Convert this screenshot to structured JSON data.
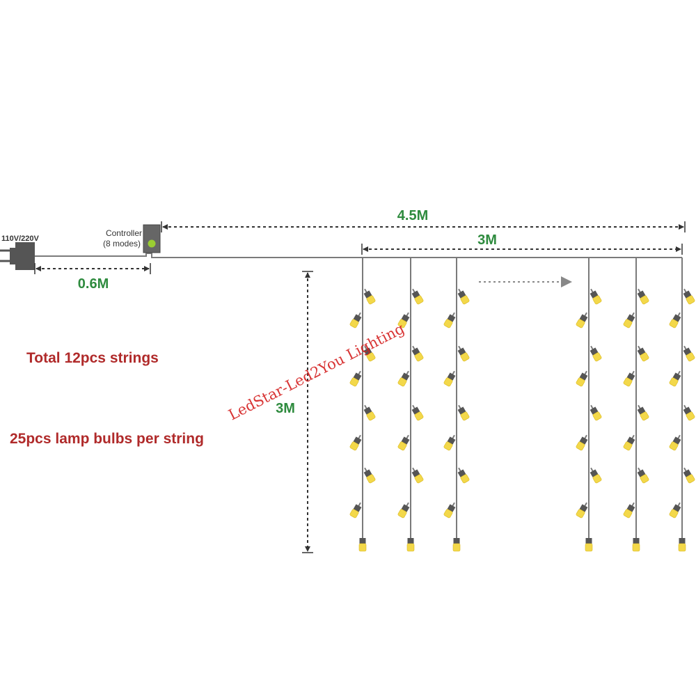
{
  "labels": {
    "voltage": "110V/220V",
    "controller_line1": "Controller",
    "controller_line2": "(8 modes)",
    "lead_length": "0.6M",
    "total_width": "4.5M",
    "string_span": "3M",
    "drop_length": "3M",
    "total_strings": "Total 12pcs strings",
    "bulbs_per_string": "25pcs lamp bulbs per string",
    "watermark": "LedStar-Led2You Lighting"
  },
  "colors": {
    "wire": "#7a7a7a",
    "bulb": "#f3d84a",
    "socket": "#555555",
    "dimension_text": "#2e8b3e",
    "info_text": "#b02a2a",
    "controller_led": "#9acd32"
  },
  "icons": {
    "plug": "plug-icon",
    "controller": "controller-icon",
    "arrow": "continuation-arrow-icon"
  }
}
